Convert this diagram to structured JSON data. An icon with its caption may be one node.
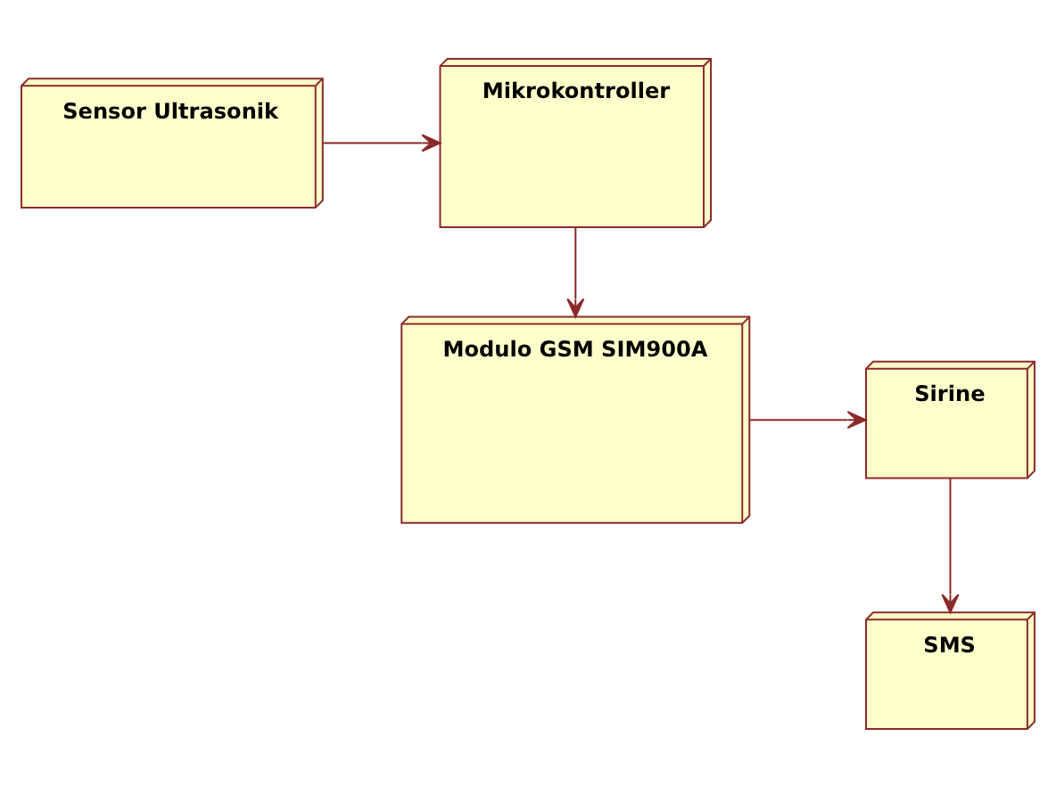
{
  "diagram": {
    "nodes": [
      {
        "text": [
          "Sensor Ultrasonik"
        ]
      },
      {
        "text": [
          "Mikrokontroller"
        ]
      },
      {
        "text": [
          "Modulo GSM SIM900A"
        ]
      },
      {
        "text": [
          "Sirine"
        ]
      },
      {
        "text": [
          "SMS"
        ]
      }
    ],
    "edges": [
      {
        "from": 0,
        "to": 1,
        "arrow": "to"
      },
      {
        "from": 1,
        "to": 2,
        "arrow": "to"
      },
      {
        "from": 2,
        "to": 3,
        "arrow": "to"
      },
      {
        "from": 3,
        "to": 4,
        "arrow": "to"
      }
    ]
  }
}
